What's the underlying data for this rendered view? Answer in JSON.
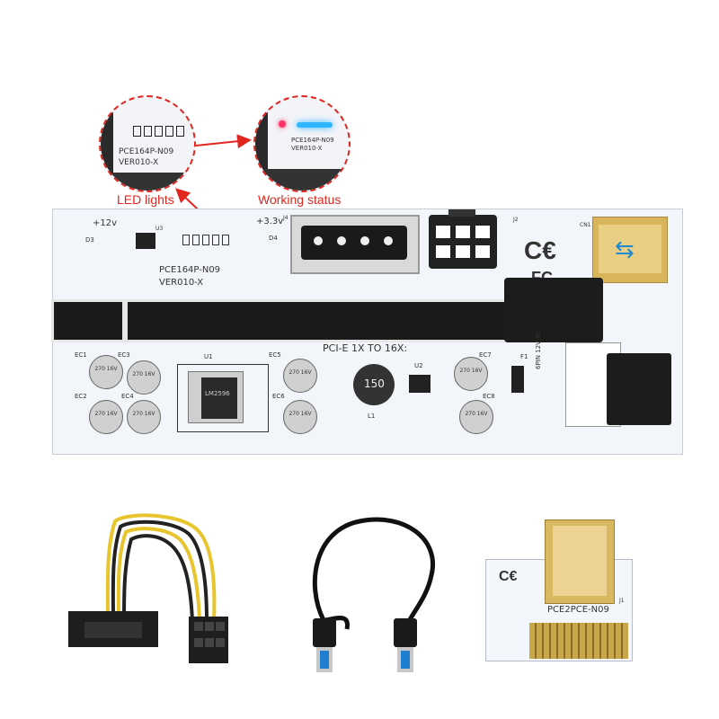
{
  "callouts": {
    "led_lights": "LED lights",
    "working_status": "Working status"
  },
  "zoom": {
    "left_line1": "PCE164P-N09",
    "left_line2": "VER010-X",
    "right_line1": "PCE164P-N09",
    "right_line2": "VER010-X"
  },
  "board": {
    "model": "PCE164P-N09",
    "version": "VER010-X",
    "pcie_label": "PCI-E 1X TO 16X:",
    "v12": "+12v",
    "v33": "+3.3v",
    "u1": "U1",
    "u2": "U2",
    "u3": "U3",
    "l1": "L1",
    "inductor": "150",
    "reg_text": "LM2596",
    "j2": "J2",
    "j4": "J4",
    "cn1": "CN1",
    "d3": "D3",
    "d4": "D4",
    "f1": "F1",
    "pin6_label": "6PIN 12V IN",
    "caps": [
      "EC1",
      "EC2",
      "EC3",
      "EC4",
      "EC5",
      "EC6",
      "EC7",
      "EC8"
    ],
    "cap_text": "270 16V"
  },
  "adapter": {
    "model": "PCE2PCE-N09",
    "j1": "J1"
  },
  "colors": {
    "pcb": "#f2f5fa",
    "callout": "#e0261e",
    "led_blue": "#2fb6ff",
    "gold": "#c9a64a"
  }
}
